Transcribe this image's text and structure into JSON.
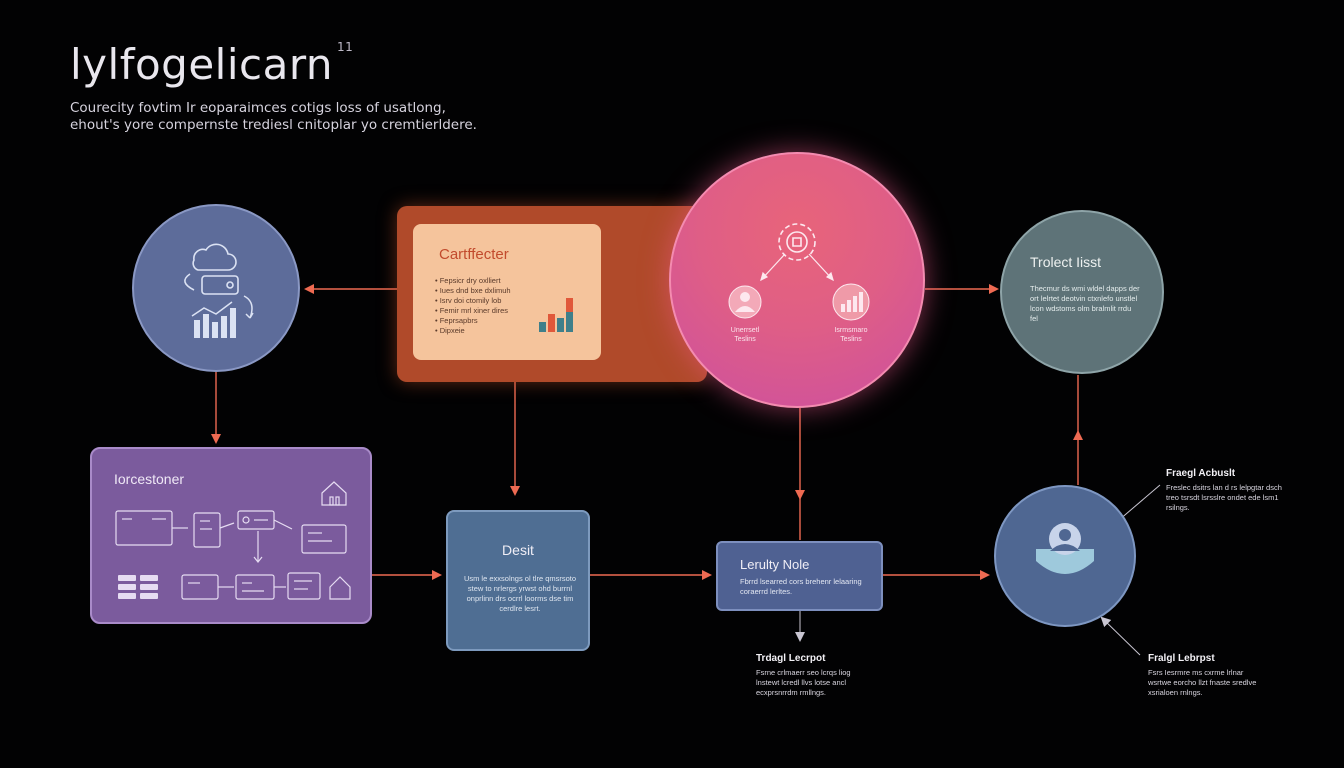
{
  "header": {
    "title": "lylfogelicarn",
    "title_mark": "11",
    "subtitle": "Courecity fovtim Ir eoparaimces cotigs loss of usatlong, ehout's yore compernste trediesl cnitoplar yo cremtierldere."
  },
  "nodes": {
    "left_circle": {},
    "orange_card": {
      "title": "Cartffecter",
      "items": [
        "Fepsicr dry oxlliert",
        "Iues dnd bxe dxlimuh",
        "Isrv doi ctomily lob",
        "Femir mrl xiner dires",
        "Feprsapbrs",
        "Dipxeie"
      ]
    },
    "pink_circle": {
      "left_label_1": "Unerrsetl",
      "left_label_2": "Teslins",
      "right_label_1": "Isrmsmaro",
      "right_label_2": "Teslins"
    },
    "right_circle": {
      "title": "Trolect Iisst",
      "body": "Thecmur ds wmi wldel dapps der ort lelrtet deotvin ctxnlefo unstlel lcon wdstoms olm bralmlit rrdu fel"
    },
    "purple_box": {
      "title": "Iorcestoner"
    },
    "desit_box": {
      "title": "Desit",
      "body": "Usm le exxsolngs ol tlre qmsrsoto stew to nrlergs yrwst ohd burrnl onprlinn drs ocrrl loorms dse tim cerdlre lesrt."
    },
    "lnote_box": {
      "title": "Lerulty Nole",
      "body": "Fbrrd lsearred cors brehenr lelaaring coraerrd lerltes."
    },
    "user_circle": {}
  },
  "notes": {
    "top_right": {
      "title": "Fraegl Acbuslt",
      "body": "Freslec dsitrs lan d rs lelpgtar dsch treo tsrsdt lsrsslre ondet ede lsm1 rsilngs."
    },
    "bottom_center": {
      "title": "Trdagl Lecrpot",
      "body": "Fsrne crlmaerr seo lcrqs liog lnstewt lcredl llvs lotse ancl ecxprsnrrdm rmllngs."
    },
    "bottom_right": {
      "title": "Fralgl Lebrpst",
      "body": "Fsrs Iesrmre ms cxrme lrlnar wsrtwe eorcho llzt fnaste sredlve xsrialoen rnlngs."
    }
  },
  "colors": {
    "arrow": "#ee6a52",
    "background": "#020203",
    "pink_circle": "#df5e86",
    "orange_panel": "#b04a2a",
    "orange_card": "#f5c49c",
    "purple_box": "#7b5b9d",
    "blue_box": "#4f6e93"
  },
  "icons": [
    "cloud-icon",
    "device-icon",
    "bar-chart-icon",
    "refresh-arrow-icon",
    "house-icon",
    "flow-chart-icon",
    "table-icon",
    "gear-ring-icon",
    "user-icon",
    "bar-chart-icon",
    "user-avatar-icon",
    "pointer-arrow-icon"
  ]
}
